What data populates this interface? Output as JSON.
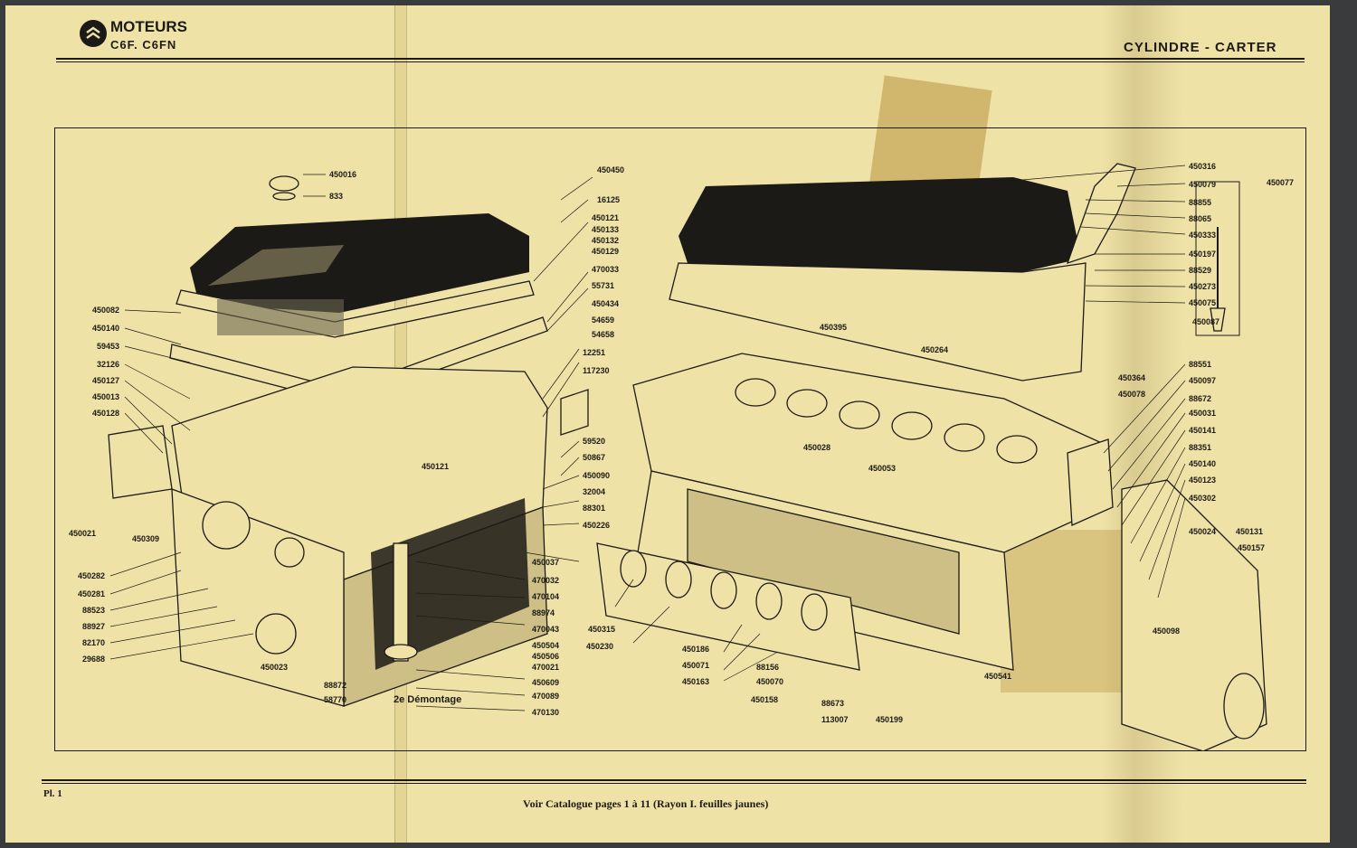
{
  "header": {
    "title": "MOTEURS",
    "models": "C6F. C6FN",
    "section": "CYLINDRE - CARTER"
  },
  "footer": {
    "plate": "Pl. 1",
    "reference": "Voir Catalogue pages 1 à 11 (Rayon I. feuilles jaunes)"
  },
  "diagram": {
    "annotation_bottom": "2e Démontage",
    "left_labels": [
      "450082",
      "450140",
      "59453",
      "32126",
      "450127",
      "450013",
      "450128",
      "450021",
      "450309",
      "450282",
      "450281",
      "88523",
      "88927",
      "82170",
      "29688"
    ],
    "center_labels": [
      "450016",
      "833",
      "450450",
      "16125",
      "450121",
      "450133",
      "450132",
      "450129",
      "470033",
      "55731",
      "450434",
      "54659",
      "54658",
      "12251",
      "117230",
      "450121",
      "59520",
      "50867",
      "450090",
      "32004",
      "88301",
      "450226",
      "450037",
      "470032",
      "470104",
      "88974",
      "470043",
      "450504",
      "450506",
      "470021",
      "450609",
      "88872",
      "58770",
      "470089",
      "470130",
      "450023"
    ],
    "bottom_labels": [
      "450315",
      "450230",
      "450186",
      "450071",
      "450163",
      "88156",
      "450070",
      "450158",
      "88673",
      "113007",
      "450199"
    ],
    "right_labels": [
      "450316",
      "450079",
      "450077",
      "88855",
      "88065",
      "450333",
      "450197",
      "88529",
      "450273",
      "450075",
      "450087",
      "88551",
      "450097",
      "88672",
      "450031",
      "450141",
      "88351",
      "450140",
      "450123",
      "450302",
      "450024",
      "450131",
      "450157",
      "450098",
      "450541"
    ],
    "mid_labels": [
      "450395",
      "450364",
      "450028",
      "450053",
      "450264",
      "450078"
    ]
  },
  "colors": {
    "paper": "#efe2a6",
    "ink": "#1c1a16",
    "background": "#3a3b3d"
  }
}
